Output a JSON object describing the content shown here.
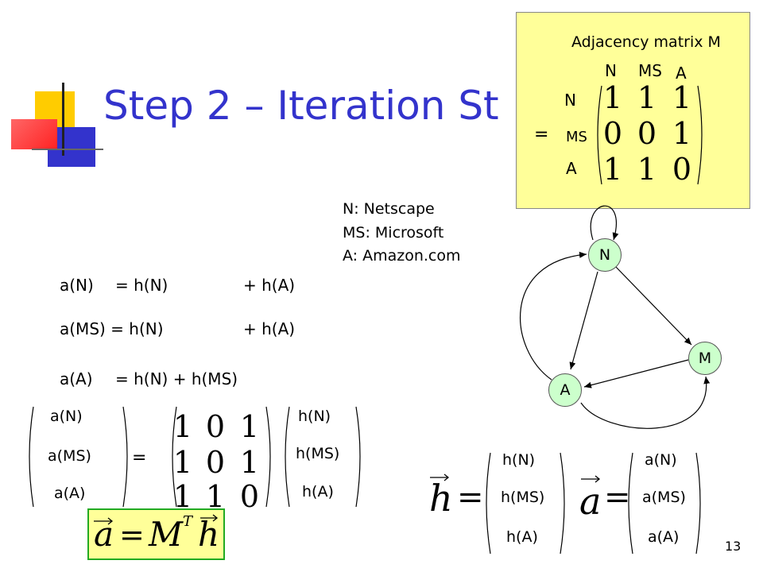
{
  "slide": {
    "title": "Step 2 – Iteration St",
    "page_number": "13"
  },
  "adjacency": {
    "caption": "Adjacency matrix M",
    "col_headers": [
      "N",
      "MS",
      "A"
    ],
    "row_headers": [
      "N",
      "MS",
      "A"
    ],
    "equals": "=",
    "rows": [
      [
        "1",
        "1",
        "1"
      ],
      [
        "0",
        "0",
        "1"
      ],
      [
        "1",
        "1",
        "0"
      ]
    ]
  },
  "legend": {
    "lines": [
      "N: Netscape",
      "MS: Microsoft",
      "A: Amazon.com"
    ]
  },
  "equations": {
    "aN_left": "a(N)",
    "aN_right": "= h(N)",
    "aN_plus": "+ h(A)",
    "aMS_left": "a(MS) = h(N)",
    "aMS_plus": "+ h(A)",
    "aA_left": "a(A)",
    "aA_right": "= h(N) + h(MS)"
  },
  "matrix_eq": {
    "a_vec": [
      "a(N)",
      "a(MS)",
      "a(A)"
    ],
    "equals": "=",
    "mt_rows": [
      [
        "1",
        "0",
        "1"
      ],
      [
        "1",
        "0",
        "1"
      ],
      [
        "1",
        "1",
        "0"
      ]
    ],
    "h_vec": [
      "h(N)",
      "h(MS)",
      "h(A)"
    ]
  },
  "formula": {
    "a": "a",
    "eq": "=",
    "M": "M",
    "T": "T",
    "h": "h"
  },
  "vectors": {
    "h_symbol": "h",
    "h_eq": "=",
    "h_items": [
      "h(N)",
      "h(MS)",
      "h(A)"
    ],
    "a_symbol": "a",
    "a_eq": "=",
    "a_items": [
      "a(N)",
      "a(MS)",
      "a(A)"
    ]
  },
  "graph": {
    "nodes": {
      "n": "N",
      "m": "M",
      "a": "A"
    }
  }
}
